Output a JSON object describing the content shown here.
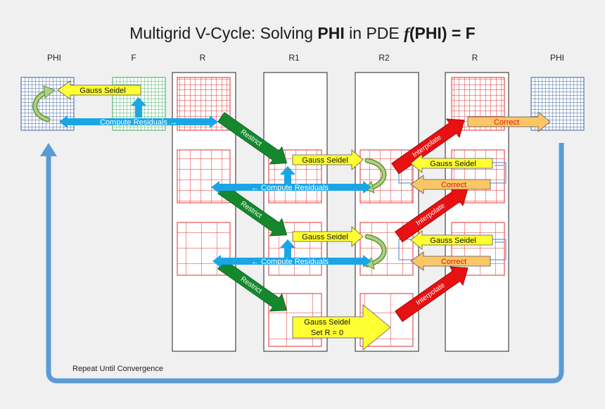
{
  "title": {
    "prefix": "Multigrid V-Cycle: Solving ",
    "phi": "PHI",
    "middle": " in PDE ",
    "func": "f",
    "suffix": "(PHI) = F"
  },
  "columns": {
    "phi_left": "PHI",
    "f": "F",
    "r_left": "R",
    "r1": "R1",
    "r2": "R2",
    "r_right": "R",
    "phi_right": "PHI"
  },
  "labels": {
    "gauss_seidel": "Gauss Seidel",
    "compute_residuals_top": "Compute Residuals →",
    "compute_residuals_mid": "← Compute Residuals",
    "compute_residuals_low": "← Compute Residuals",
    "restrict": "Restrict",
    "interpolate": "Interpolate",
    "correct": "Correct",
    "coarse_gs_line1": "Gauss Seidel",
    "coarse_gs_line2": "Set R = 0",
    "repeat": "Repeat Until Convergence"
  },
  "colors": {
    "blue_grid": "#3a5f9e",
    "green_grid": "#3fae58",
    "red_grid": "#e03030",
    "cyan_arrow": "#1aa6e6",
    "yellow_arrow": "#ffff33",
    "restrict_green": "#15882e",
    "interpolate_red": "#e81010",
    "correct_orange": "#fbc665",
    "loop_blue": "#5b9bd5"
  }
}
